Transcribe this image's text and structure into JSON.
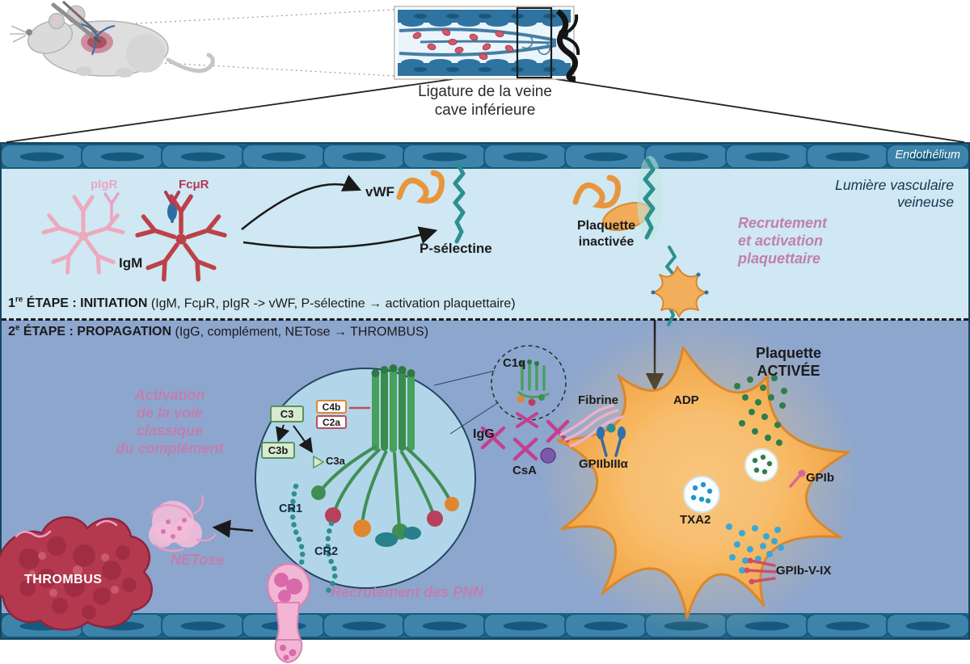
{
  "figure": {
    "caption": "Ligature de la veine\ncave inférieure"
  },
  "vessel": {
    "endothelium": "Endothélium",
    "lumen": "Lumière vasculaire\nveineuse"
  },
  "stage1": {
    "num": "1",
    "sup": "re",
    "title": " ÉTAPE : INITIATION ",
    "detail": "(IgM, FcμR, pIgR -> vWF, P-sélectine → activation plaquettaire)",
    "labels": {
      "pigr": "pIgR",
      "fcmur": "FcμR",
      "igm": "IgM",
      "vwf": "vWF",
      "pselectin": "P-sélectine",
      "inactive_platelet": "Plaquette\ninactivée",
      "recruitment": "Recrutement\net activation\nplaquettaire"
    }
  },
  "stage2": {
    "num": "2",
    "sup": "e",
    "title": " ÉTAPE : PROPAGATION ",
    "detail": "(IgG, complément, NETose → THROMBUS)",
    "labels": {
      "complement_pathway": "Activation\nde la voie\nclassique\ndu complément",
      "c1q": "C1q",
      "c3": "C3",
      "c4b": "C4b",
      "c2a": "C2a",
      "c3b": "C3b",
      "c3a": "C3a",
      "cr1": "CR1",
      "cr2": "CR2",
      "igg": "IgG",
      "csa": "CsA",
      "fibrin": "Fibrine",
      "gpiibiiia": "GPIIbIIIα",
      "active_platelet": "Plaquette\nACTIVÉE",
      "adp": "ADP",
      "txa2": "TXA2",
      "gpib": "GPIb",
      "gpib_v_ix": "GPIb-V-IX",
      "thrombus": "THROMBUS",
      "netosis": "NETose",
      "pnn_recruitment": "Recrutement des PNN"
    }
  },
  "colors": {
    "endothelium_cell": "#3e83a9",
    "endothelium_nucleus": "#155a7e",
    "lumen_upper": "#cfe8f3",
    "lumen_lower": "#8da6ce",
    "zoom_circle": "#b2d6e9",
    "accent_pink": "#c17fae",
    "platelet_orange": "#f5b055",
    "thrombus_red": "#b5394e",
    "complement_green": "#3f8f55",
    "selectin_teal": "#2d8f8f",
    "igm_red": "#bc4148",
    "igm_pink": "#ecaabc"
  }
}
